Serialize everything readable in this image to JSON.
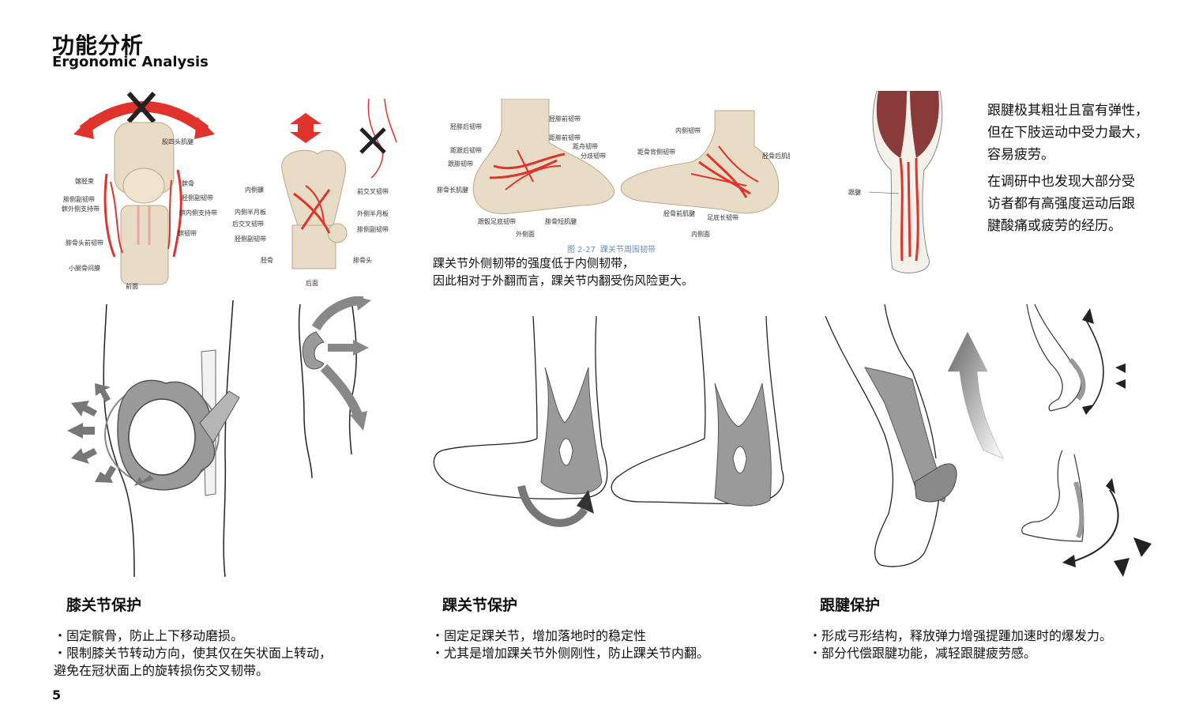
{
  "header": {
    "title_cn": "功能分析",
    "title_en": "Ergonomic Analysis"
  },
  "anatomy": {
    "knee_front_labels": [
      "股四头肌腱",
      "髌骨",
      "髂胫束",
      "胫侧副韧带",
      "腓侧副韧带",
      "髌内侧支持带",
      "髌外侧支持带",
      "腓骨头前韧带",
      "髌韧带",
      "小腿骨间膜"
    ],
    "knee_front_view": "前面",
    "knee_back_labels": [
      "前交叉韧带",
      "内侧髁",
      "外侧半月板",
      "内侧半月板",
      "后交叉韧带",
      "腓侧副韧带",
      "胫侧副韧带",
      "胫骨",
      "腓骨头"
    ],
    "knee_back_view": "后面",
    "ankle_lateral_labels": [
      "胫腓前韧带",
      "胫腓后韧带",
      "距腓前韧带",
      "距跟后韧带",
      "跟腓韧带",
      "距舟韧带",
      "分歧韧带",
      "腓骨长肌腱",
      "跟骰足底韧带",
      "腓骨短肌腱"
    ],
    "ankle_lateral_view": "外侧面",
    "ankle_medial_labels": [
      "内侧韧带",
      "胫骨后肌腱",
      "距骨背侧韧带",
      "胫骨前肌腱",
      "足底长韧带"
    ],
    "ankle_medial_view": "内侧面",
    "ankle_fig_number": "图 2-27",
    "ankle_fig_title": "踝关节周围韧带",
    "achilles_label": "跟腱"
  },
  "ankle_caption": {
    "line1": "踝关节外侧韧带的强度低于内侧韧带，",
    "line2": "因此相对于外翻而言，踝关节内翻受伤风险更大。"
  },
  "achilles_text": {
    "p1_line1": "跟腱极其粗壮且富有弹性，",
    "p1_line2": "但在下肢运动中受力最大，",
    "p1_line3": "容易疲劳。",
    "p2_line1": "在调研中也发现大部分受",
    "p2_line2": "访者都有高强度运动后跟",
    "p2_line3": "腱酸痛或疲劳的经历。"
  },
  "sections": [
    {
      "title": "膝关节保护",
      "bullets": [
        "・固定髌骨，防止上下移动磨损。",
        "・限制膝关节转动方向，使其仅在矢状面上转动，",
        "   避免在冠状面上的旋转损伤交叉韧带。"
      ]
    },
    {
      "title": "踝关节保护",
      "bullets": [
        "・固定足踝关节，增加落地时的稳定性",
        "・尤其是增加踝关节外侧刚性，防止踝关节内翻。"
      ]
    },
    {
      "title": "跟腱保护",
      "bullets": [
        "・形成弓形结构，释放弹力增强提踵加速时的爆发力。",
        "・部分代偿跟腱功能，减轻跟腱疲劳感。"
      ]
    }
  ],
  "footer": {
    "page_number": "5"
  },
  "colors": {
    "ligament_red": "#e0332b",
    "brace_gray": "#9a9a9a",
    "bone": "#e8dcc6",
    "ink": "#111111"
  }
}
